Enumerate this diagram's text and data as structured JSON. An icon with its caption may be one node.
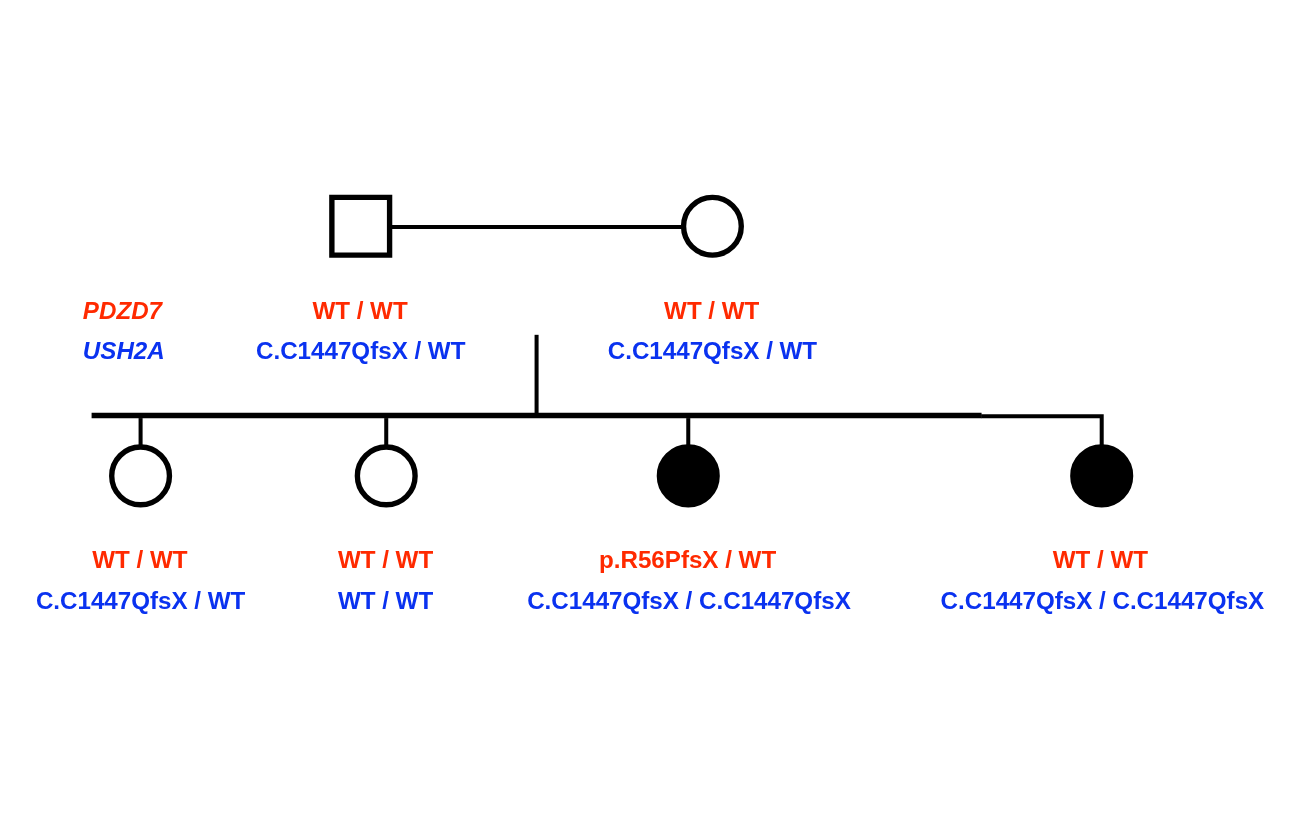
{
  "diagram": {
    "nodes": [
      {
        "text": [],
        "shape": "box",
        "beside": [
          "WT / WT",
          "C.C1447QfsX / WT"
        ]
      },
      {
        "text": [],
        "shape": "circle",
        "beside": [
          "WT / WT",
          "C.C1447QfsX / WT"
        ]
      },
      {
        "text": [],
        "shape": "bar"
      },
      {
        "text": [],
        "shape": "circle",
        "beside": [
          "WT / WT",
          "C.C1447QfsX / WT"
        ]
      },
      {
        "text": [],
        "shape": "circle",
        "beside": [
          "WT / WT",
          "WT / WT"
        ]
      },
      {
        "text": [],
        "shape": "circle",
        "beside": [
          "p.R56PfsX / WT",
          "C.C1447QfsX / C.C1447QfsX"
        ]
      },
      {
        "text": [],
        "shape": "circle",
        "beside": [
          "WT / WT",
          "C.C1447QfsX / C.C1447QfsX"
        ]
      }
    ],
    "edges": [
      {
        "from": 0,
        "to": 1,
        "arrow": "none"
      },
      {
        "from": null,
        "to": 2,
        "arrow": "none"
      },
      {
        "from": 2,
        "to": 3,
        "arrow": "none"
      },
      {
        "from": 2,
        "to": 4,
        "arrow": "none"
      },
      {
        "from": 2,
        "to": 5,
        "arrow": "none"
      },
      {
        "from": 2,
        "to": 6,
        "arrow": "none"
      }
    ],
    "labels": [
      "PDZD7",
      "USH2A"
    ]
  }
}
